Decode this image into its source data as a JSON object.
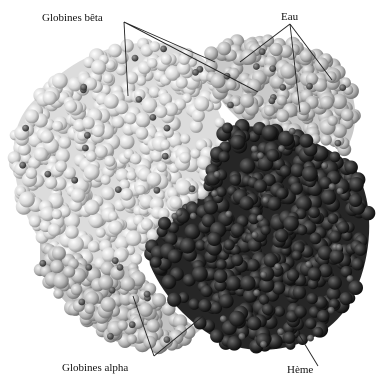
{
  "labels": {
    "beta": "Globines bêta",
    "eau": "Eau",
    "alpha": "Globines alpha",
    "heme": "Hème"
  },
  "colors": {
    "background": "#ffffff",
    "beta_subunit": "#dcdcdc",
    "beta_subunit_alt": "#b9b9b9",
    "water_subunit": "#c9c9c9",
    "alpha_subunit": "#c2c2c2",
    "heme_region": "#2e2e2e",
    "heme_dots": "#555555",
    "leader_lines": "#222222"
  }
}
